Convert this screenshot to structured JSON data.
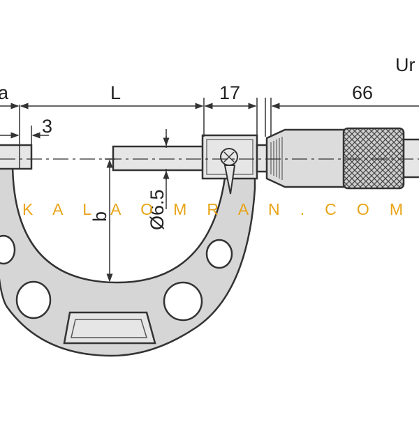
{
  "labels": {
    "a": "a",
    "L": "L",
    "dim_17": "17",
    "dim_66": "66",
    "unit": "Ur",
    "dim_3": "3",
    "b": "b",
    "diameter": "Ø6.5"
  },
  "watermark": "K A L A O M R A N . C O M",
  "colors": {
    "frame_fill": "#d6d6d6",
    "part_fill": "#e6e6e6",
    "line": "#333333",
    "watermark": "#e8a417"
  }
}
